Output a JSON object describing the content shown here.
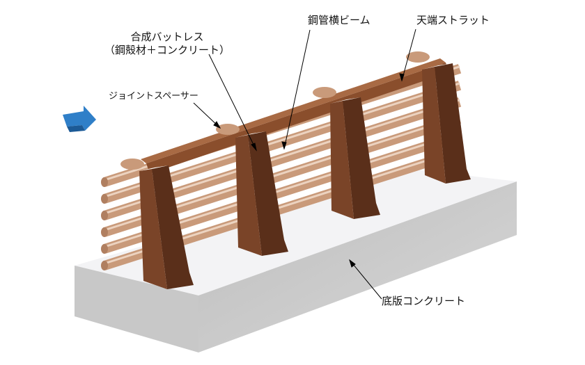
{
  "labels": {
    "buttress_line1": "合成バットレス",
    "buttress_line2": "（鋼殻材＋コンクリート）",
    "joint_spacer": "ジョイントスペーサー",
    "steel_beam": "鋼管横ビーム",
    "top_strut": "天端ストラット",
    "base_slab": "底版コンクリート"
  },
  "colors": {
    "buttress": "#6b3a22",
    "pipe": "#c99a7a",
    "strut": "#8a4e2c",
    "slab_top": "#f4f4f6",
    "slab_side": "#c9c9c9",
    "arrow": "#2f7fc8"
  }
}
